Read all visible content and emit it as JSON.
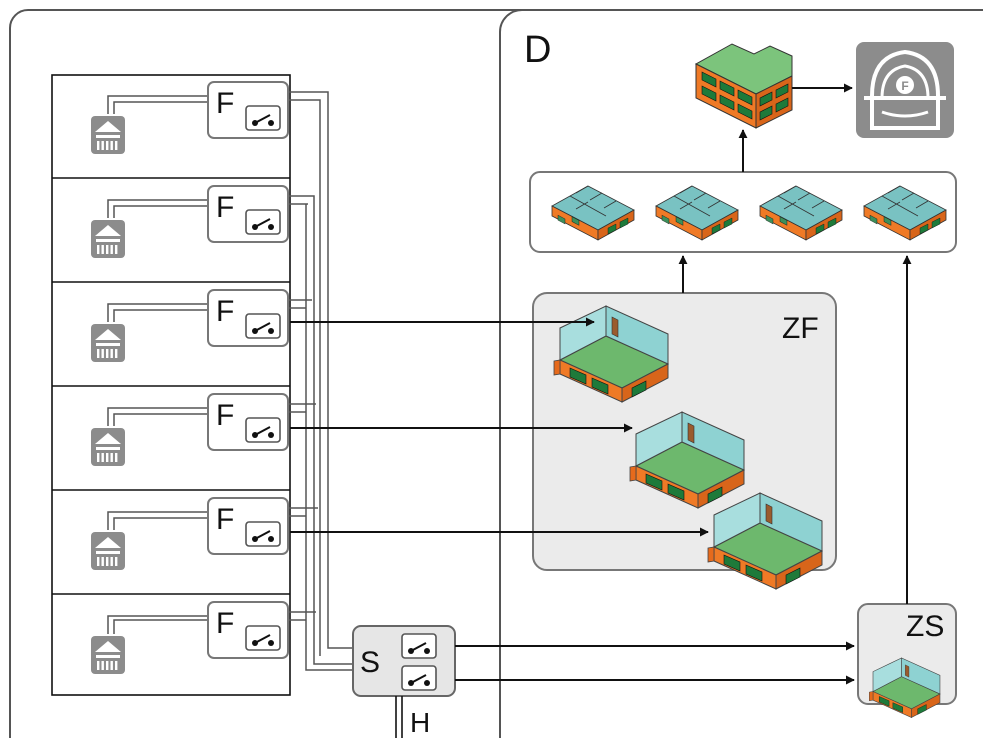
{
  "diagram": {
    "region_label": "D",
    "flow_switch_label": "F",
    "control_unit_label": "S",
    "supply_label": "H",
    "flow_zone_label": "ZF",
    "control_zone_label": "ZS",
    "flow_switch_count": 6,
    "building_plan_count": 4,
    "icons": {
      "sprinkler": "sprinkler-head-icon",
      "switch": "switch-contact-icon",
      "building": "building-icon",
      "floor_plan": "floor-plan-icon",
      "zone_room": "zone-room-icon",
      "fire_brigade": "firefighter-helmet-icon"
    },
    "colors": {
      "outline": "#555555",
      "panel_fill": "#ebebeb",
      "icon_gray": "#8c8c8c",
      "wall_orange": "#ef7a26",
      "floor_green": "#6db86d",
      "wall_teal": "#8ed2d2",
      "roof_green": "#7cc47c",
      "arrow": "#111111"
    }
  }
}
